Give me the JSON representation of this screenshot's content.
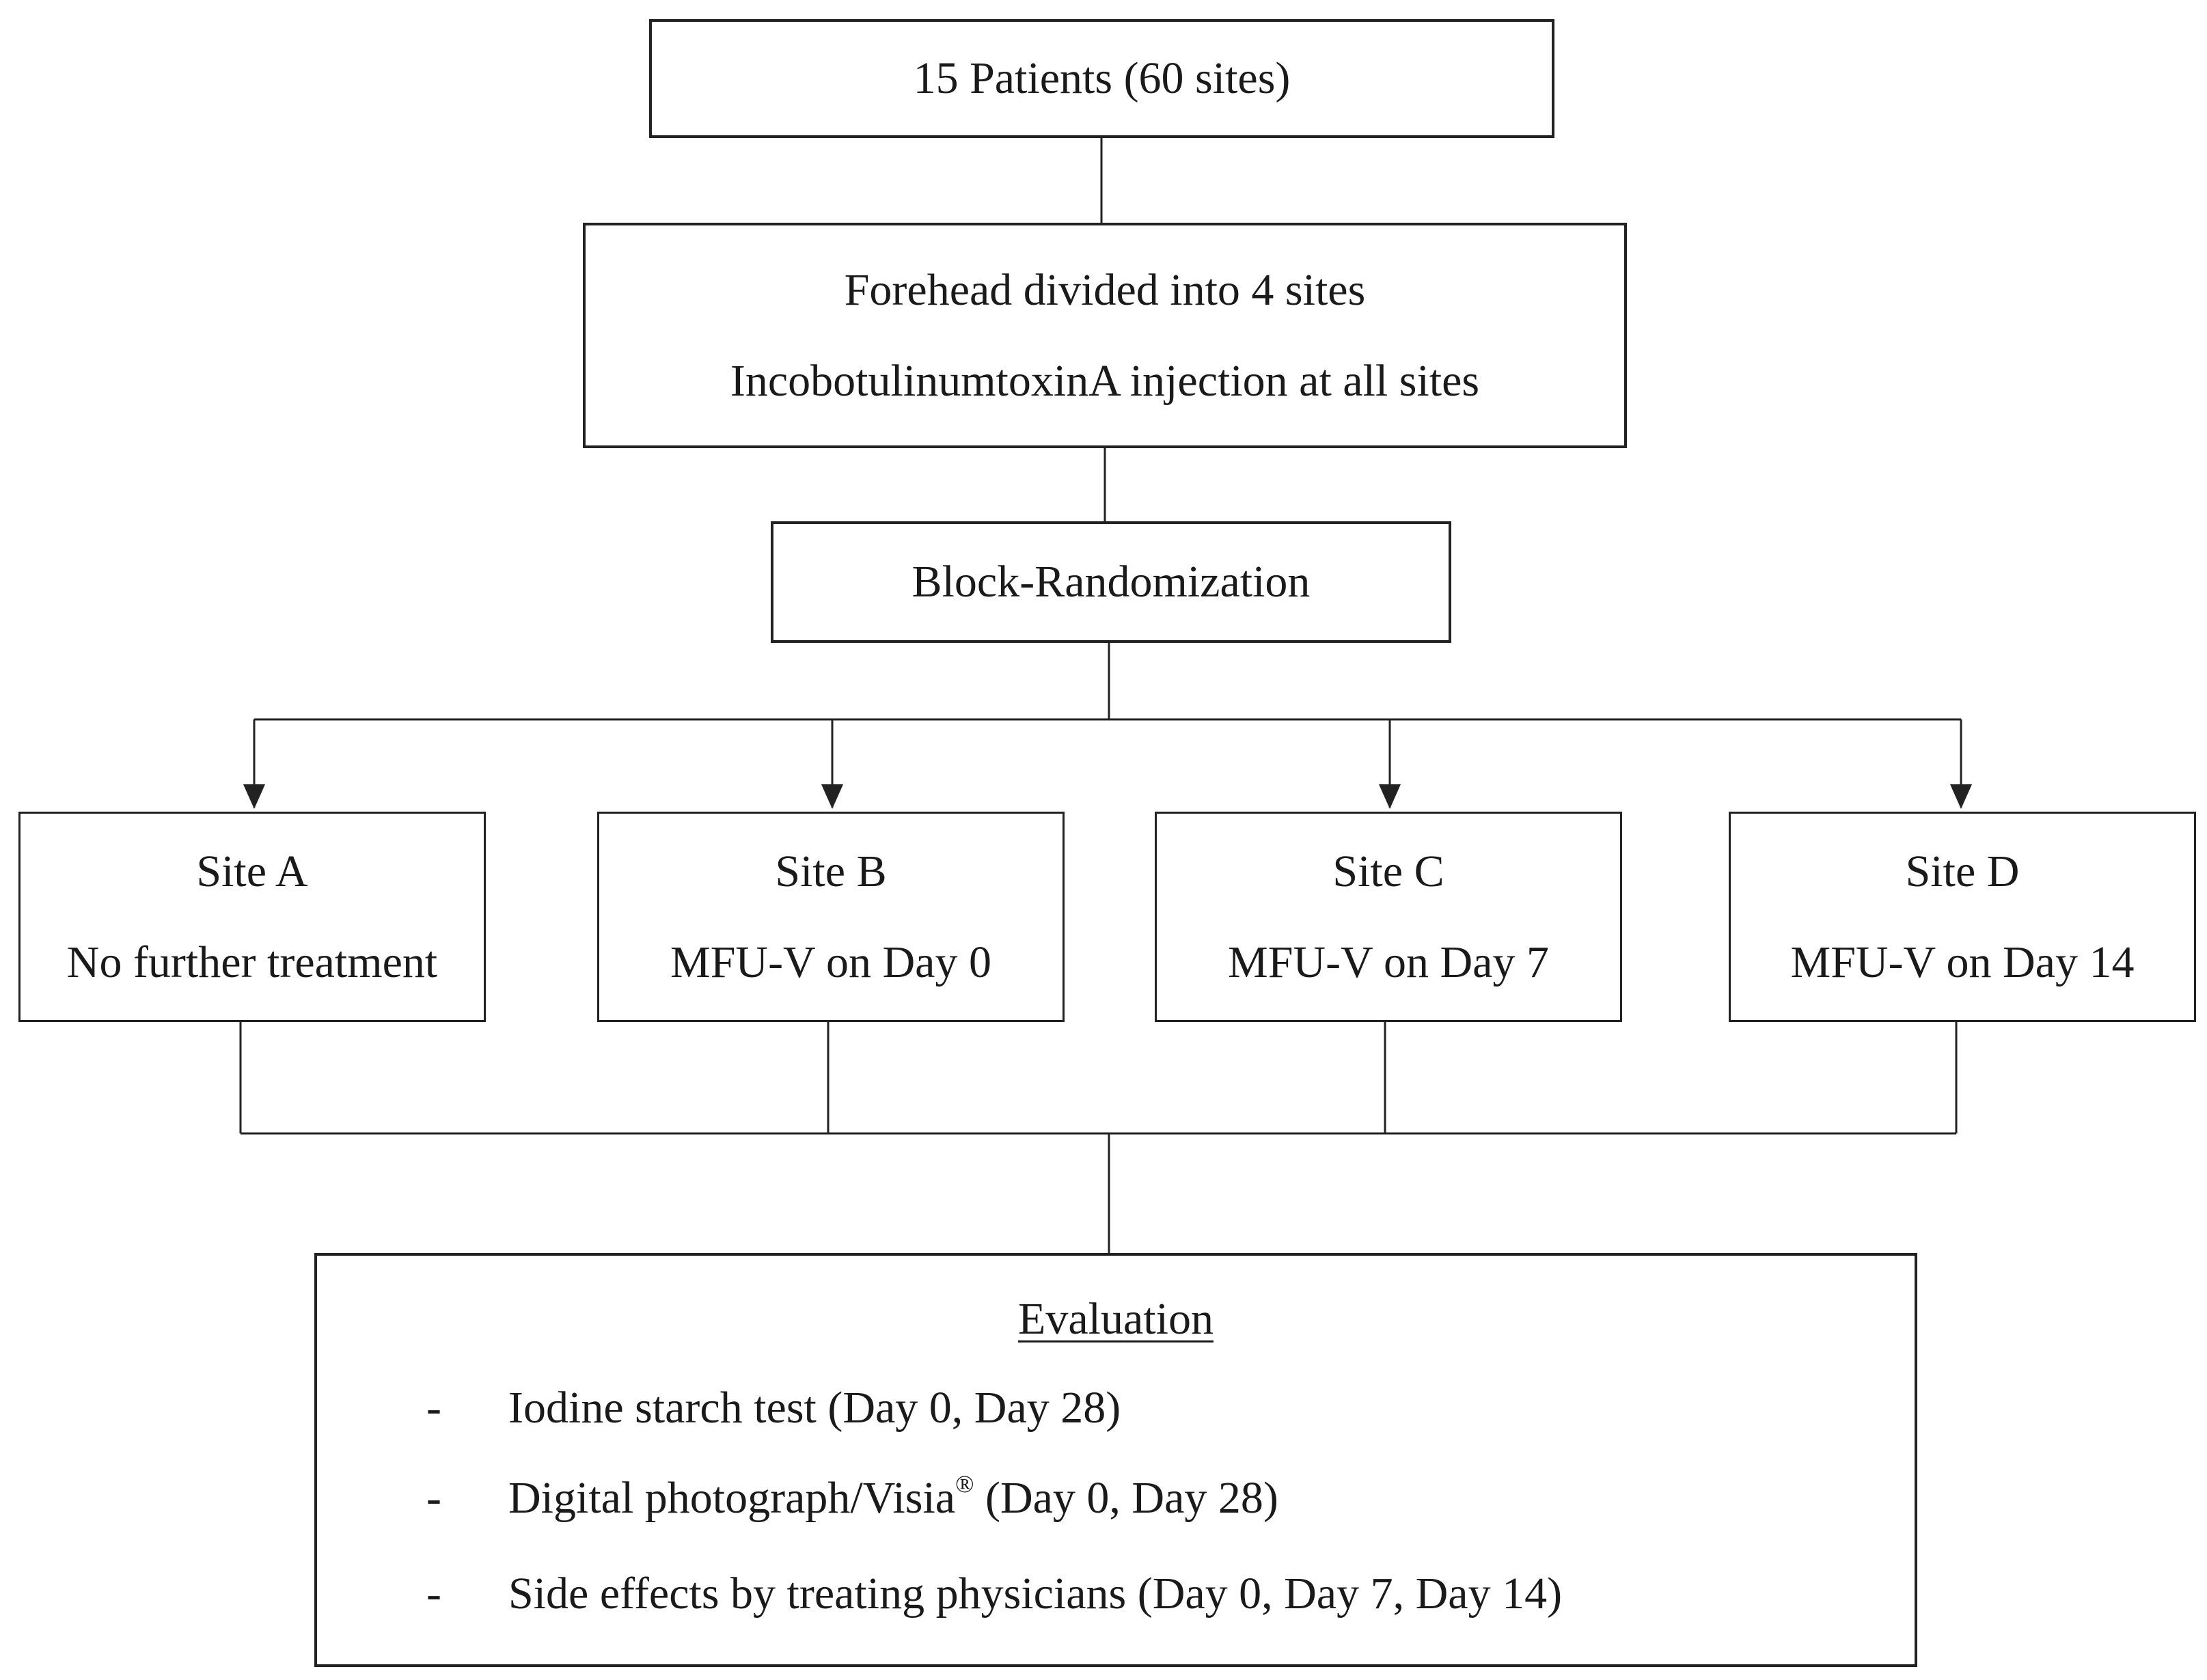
{
  "diagram": {
    "patients": "15 Patients (60 sites)",
    "forehead": {
      "line1": "Forehead divided into 4 sites",
      "line2": "IncobotulinumtoxinA injection at all sites"
    },
    "randomization": "Block-Randomization",
    "sites": [
      {
        "name": "Site A",
        "treatment": "No further treatment"
      },
      {
        "name": "Site B",
        "treatment": "MFU-V on Day 0"
      },
      {
        "name": "Site C",
        "treatment": "MFU-V on Day 7"
      },
      {
        "name": "Site D",
        "treatment": "MFU-V on Day 14"
      }
    ],
    "evaluation": {
      "title": "Evaluation",
      "bullet": "-",
      "items": [
        {
          "text": "Iodine starch test (Day 0, Day 28)"
        },
        {
          "text_before": "Digital photograph/Visia",
          "sup": "®",
          "text_after": " (Day 0, Day 28)"
        },
        {
          "text": "Side effects by treating physicians (Day 0, Day 7, Day 14)"
        }
      ]
    }
  }
}
